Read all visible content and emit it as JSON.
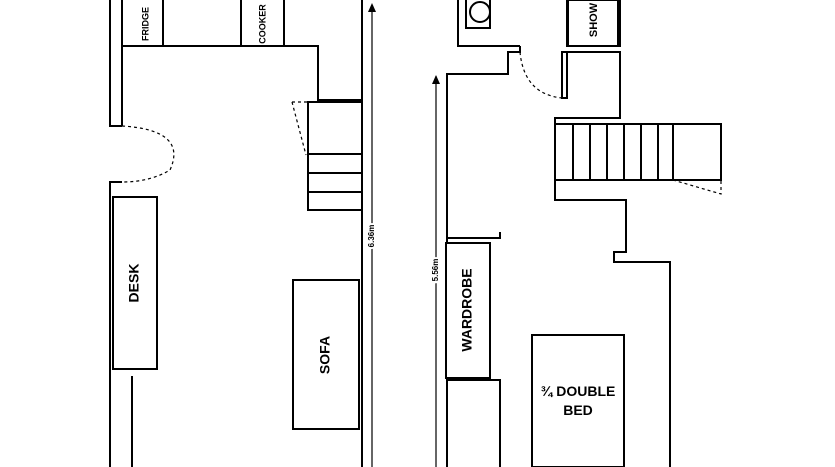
{
  "labels": {
    "fridge": "FRIDGE",
    "cooker": "COOKER",
    "shower": "SHOW",
    "desk": "DESK",
    "sofa": "SOFA",
    "wardrobe": "WARDROBE",
    "bed_line1": "¾ DOUBLE",
    "bed_line2": "BED"
  },
  "dimensions": {
    "ground_floor_height": "6.36m",
    "upper_floor_height": "5.56m"
  }
}
